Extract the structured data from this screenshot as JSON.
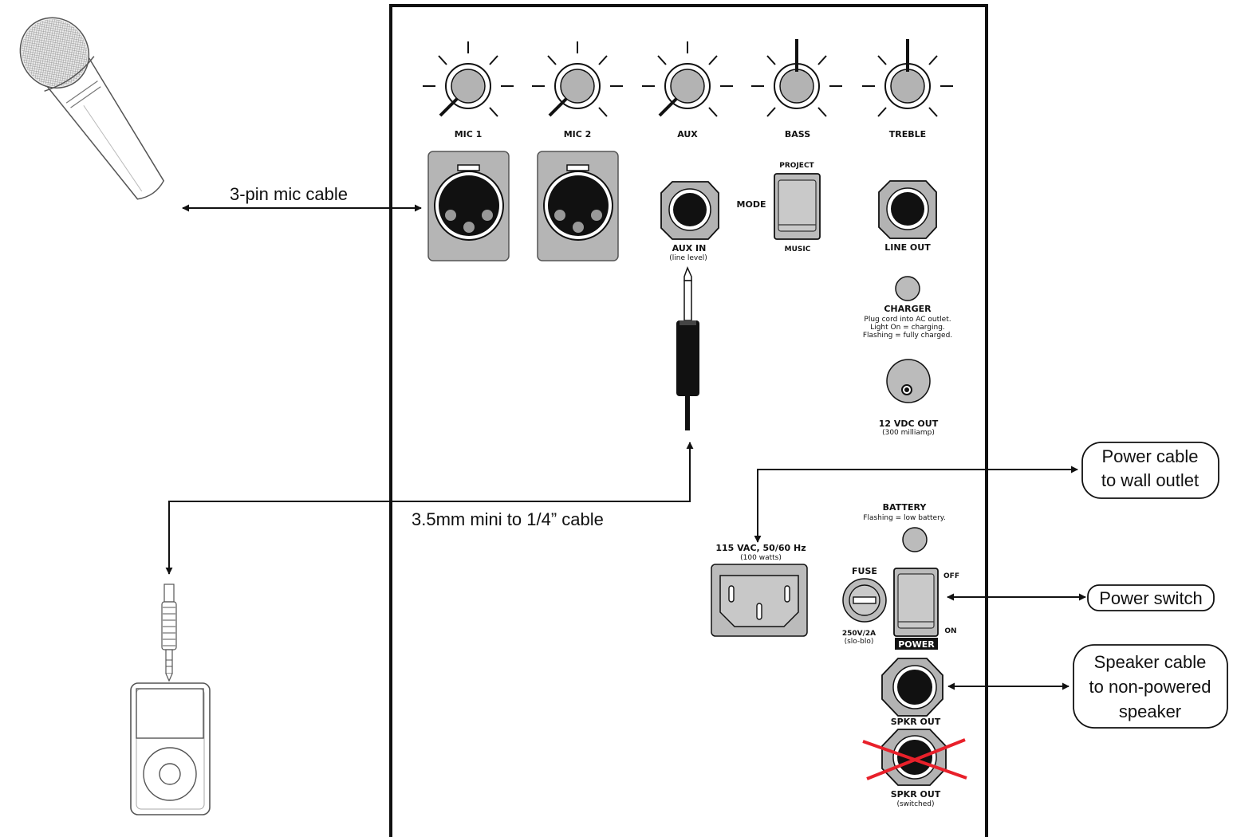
{
  "panel": {
    "knobs": [
      {
        "label": "MIC 1",
        "level": 0.0
      },
      {
        "label": "MIC 2",
        "level": 0.0
      },
      {
        "label": "AUX",
        "level": 0.0
      },
      {
        "label": "BASS",
        "level": 0.5
      },
      {
        "label": "TREBLE",
        "level": 0.5
      }
    ],
    "aux_in": {
      "label": "AUX IN",
      "sub": "(line level)"
    },
    "mode": {
      "label": "MODE",
      "top": "PROJECT",
      "bottom": "MUSIC"
    },
    "line_out": "LINE OUT",
    "charger": {
      "title": "CHARGER",
      "lines": [
        "Plug cord into AC outlet.",
        "Light On = charging.",
        "Flashing = fully charged."
      ]
    },
    "dc_out": {
      "label": "12 VDC OUT",
      "sub": "(300 milliamp)"
    },
    "battery": {
      "title": "BATTERY",
      "sub": "Flashing = low battery."
    },
    "ac_in": {
      "label": "115 VAC, 50/60 Hz",
      "sub": "(100 watts)"
    },
    "fuse": {
      "label": "FUSE",
      "rating": "250V/2A",
      "sub": "(slo-blo)"
    },
    "power": {
      "label": "POWER",
      "off": "OFF",
      "on": "ON"
    },
    "spkr_out": {
      "label": "SPKR OUT"
    },
    "spkr_out_switched": {
      "label": "SPKR OUT",
      "sub": "(switched)"
    }
  },
  "callouts": {
    "mic_cable": "3-pin mic cable",
    "mini_cable": "3.5mm mini to 1/4” cable",
    "power_cable": [
      "Power cable",
      "to wall outlet"
    ],
    "power_switch": "Power switch",
    "speaker_cable": [
      "Speaker cable",
      "to non-powered",
      "speaker"
    ]
  },
  "colors": {
    "line": "#111111",
    "panel_gray": "#bbbbbb",
    "cross_out": "#e8202a"
  }
}
